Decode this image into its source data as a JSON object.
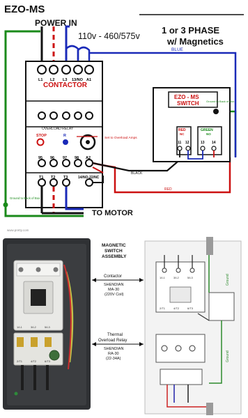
{
  "wiring": {
    "title": "EZO-MS",
    "power_in": "POWER IN",
    "voltage": "110v - 460/575v",
    "phase_line1": "1 or 3 PHASE",
    "phase_line2": "w/ Magnetics",
    "wire_blue": "BLUE",
    "wire_black": "BLACK",
    "wire_red": "RED",
    "contactor_label": "CONTACTOR",
    "overload_relay_label": "OVERLOAD RELAY",
    "stop_label": "STOP",
    "reset_label": "R",
    "set_overload": "Set to Overload Amps",
    "switch_title_1": "EZO - MS",
    "switch_title_2": "SWITCH",
    "red_button": "RED",
    "red_nc": "NC",
    "green_button": "GREEN",
    "green_no": "NO",
    "ground_back_box_right": "Ground to Back of Box",
    "ground_back_box_left": "Ground to Back of Box",
    "to_motor": "TO MOTOR",
    "top_terminals": [
      "L1",
      "L2",
      "L3",
      "13/NO",
      "A1"
    ],
    "relay_terminals": [
      "95",
      "96",
      "97",
      "98",
      "A2"
    ],
    "motor_terminals": [
      "T1",
      "T2",
      "T3",
      "14/NO-22/NC"
    ],
    "switch_terminals": [
      "11",
      "12",
      "13",
      "14"
    ]
  },
  "photo": {
    "watermark": "www.pretty.com",
    "assembly_title_1": "MAGNETIC",
    "assembly_title_2": "SWITCH",
    "assembly_title_3": "ASSEMBLY",
    "contactor_callout": [
      "Contactor",
      "SHENDIAN",
      "MA-30",
      "(220V Coil)"
    ],
    "relay_callout": [
      "Thermal",
      "Overload Relay",
      "SHENDIAN",
      "RA-30",
      "(22-34A)"
    ],
    "ground_label_1": "Ground",
    "ground_label_2": "Ground",
    "schematic_terminals_top": [
      "1/L1",
      "3/L2",
      "5/L3"
    ],
    "schematic_terminals_bottom": [
      "2/T1",
      "4/T2",
      "6/T3"
    ],
    "left_terminal_labels": [
      "1/L1",
      "3/L2",
      "5/L3"
    ],
    "left_terminal_labels_bottom": [
      "2/T1",
      "4/T2",
      "6/T3"
    ]
  }
}
